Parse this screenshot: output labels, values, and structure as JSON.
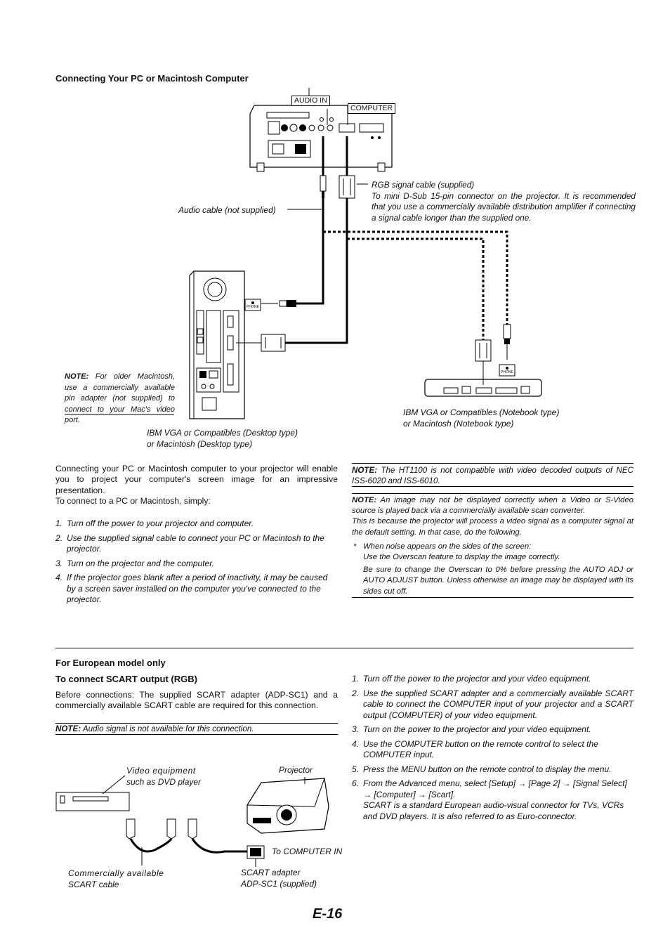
{
  "section1": {
    "heading": "Connecting Your PC or Macintosh Computer",
    "labels": {
      "audio_in": "AUDIO IN",
      "computer": "COMPUTER",
      "phone": "PHONE",
      "rgb_cable_title": "RGB signal cable (supplied)",
      "rgb_cable_desc": "To mini D-Sub 15-pin connector on the projector. It is recommended that you use a commercially available distribution amplifier if connecting a signal cable longer than the supplied one.",
      "audio_cable": "Audio cable (not supplied)",
      "desktop_caption_1": "IBM VGA or Compatibles (Desktop type)",
      "desktop_caption_2": "or Macintosh (Desktop type)",
      "notebook_caption_1": "IBM VGA or Compatibles (Notebook type)",
      "notebook_caption_2": "or Macintosh (Notebook type)"
    },
    "mac_note": {
      "prefix": "NOTE:",
      "text": "For older Macintosh, use a commercially available pin adapter (not supplied) to connect to your Mac's video port."
    },
    "intro_1": "Connecting your PC or Macintosh computer to your projector will enable you to project your computer's screen image for an impressive presentation.",
    "intro_2": "To connect to a PC or Macintosh, simply:",
    "steps": [
      "Turn off the power to your projector and computer.",
      "Use the supplied signal cable to connect your PC or Macintosh to the projector.",
      "Turn on the projector and the computer.",
      "If the projector goes blank after a period of inactivity, it may be caused by a screen saver installed on the computer you've connected to the projector."
    ],
    "note1": {
      "prefix": "NOTE:",
      "text": "The HT1100 is not compatible with video decoded outputs of NEC ISS-6020 and ISS-6010."
    },
    "note2": {
      "prefix": "NOTE:",
      "text": "An image may not be displayed correctly when a Video or S-Video source is played back via a commercially available scan converter.",
      "text2": "This is because the projector will process a video signal as a computer signal at the default setting. In that case, do the following.",
      "star": "*",
      "bullet1": "When noise appears on the sides of the screen:",
      "bullet2": "Use the Overscan feature to display the image correctly.",
      "bullet3": "Be sure to change the Overscan to 0% before pressing the AUTO ADJ or AUTO ADJUST button. Unless otherwise an image may be displayed with its sides cut off."
    }
  },
  "section2": {
    "heading1": "For European model only",
    "heading2": "To connect SCART output (RGB)",
    "before": "Before connections: The supplied SCART adapter (ADP-SC1) and a commercially available SCART cable are required for this connection.",
    "note": {
      "prefix": "NOTE:",
      "text": "Audio signal is not available for this connection."
    },
    "labels": {
      "video_eq_1": "Video equipment",
      "video_eq_2": "such as DVD player",
      "projector": "Projector",
      "to_computer_in": "To COMPUTER IN",
      "scart_cable_1": "Commercially available",
      "scart_cable_2": "SCART cable",
      "scart_adapter_1": "SCART adapter",
      "scart_adapter_2": "ADP-SC1 (supplied)"
    },
    "steps": [
      "Turn off the power to the projector and your video equipment.",
      "Use the supplied SCART adapter and a commercially available SCART cable to connect the COMPUTER input of your projector and a SCART output (COMPUTER) of your video equipment.",
      "Turn on the power to the projector and your video equipment.",
      "Use the COMPUTER button on the remote control to select the COMPUTER input.",
      "Press the MENU button on the remote control to display the menu.",
      "From the Advanced menu, select [Setup] → [Page 2] → [Signal Select] → [Computer] → [Scart]."
    ],
    "step6_extra": "SCART is a standard European audio-visual connector for TVs, VCRs and DVD players. It is also referred to as Euro-connector."
  },
  "page_number": "E-16"
}
